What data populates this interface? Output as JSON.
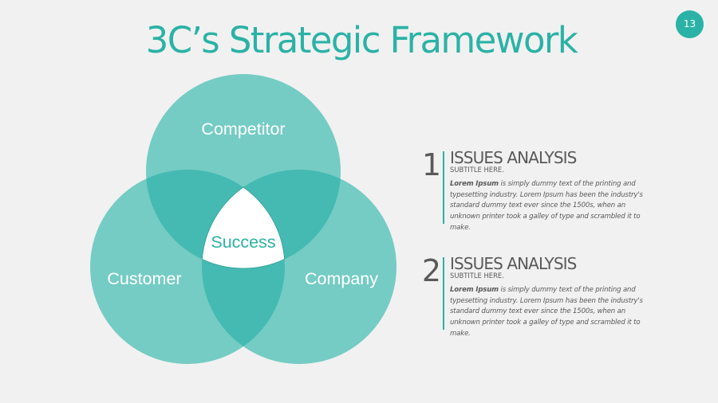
{
  "slide": {
    "title": "3C’s Strategic Framework",
    "page_number": "13",
    "accent_color": "#2bb2a6",
    "background_color": "#f1f1f1"
  },
  "venn": {
    "circle_color": "#75ccc4",
    "overlap_color": "#45bab2",
    "center_fill": "#ffffff",
    "center_stroke": "#2a9e95",
    "sets": [
      {
        "id": "competitor",
        "label": "Competitor",
        "position": "top"
      },
      {
        "id": "customer",
        "label": "Customer",
        "position": "bottom-left"
      },
      {
        "id": "company",
        "label": "Company",
        "position": "bottom-right"
      }
    ],
    "intersection_label": "Success"
  },
  "issues": [
    {
      "number": "1",
      "heading": "ISSUES ANALYSIS",
      "subtitle": "SUBTITLE HERE.",
      "body_bold": "Lorem Ipsum",
      "body_rest": " is simply dummy text of the printing and typesetting industry. Lorem Ipsum has been the industry's standard dummy text ever since the 1500s, when an unknown printer took a galley of type and scrambled it to make."
    },
    {
      "number": "2",
      "heading": "ISSUES ANALYSIS",
      "subtitle": "SUBTITLE HERE.",
      "body_bold": "Lorem Ipsum",
      "body_rest": " is simply dummy text of the printing and typesetting industry. Lorem Ipsum has been the industry's standard dummy text ever since the 1500s, when an unknown printer took a galley of type and scrambled it to make."
    }
  ]
}
